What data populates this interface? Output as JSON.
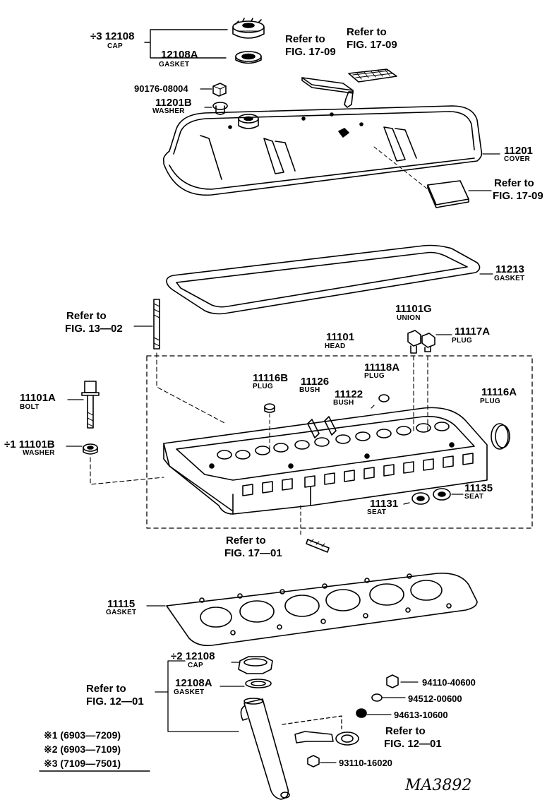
{
  "parts": {
    "cap_top": {
      "number": "÷3 12108",
      "name": "CAP"
    },
    "gasket_top": {
      "number": "12108A",
      "name": "GASKET"
    },
    "nut": {
      "number": "90176-08004"
    },
    "washer": {
      "number": "11201B",
      "name": "WASHER"
    },
    "cover": {
      "number": "11201",
      "name": "COVER"
    },
    "gasket_cover": {
      "number": "11213",
      "name": "GASKET"
    },
    "union": {
      "number": "11101G",
      "name": "UNION"
    },
    "plug_11117a": {
      "number": "11117A",
      "name": "PLUG"
    },
    "head": {
      "number": "11101",
      "name": "HEAD"
    },
    "bolt": {
      "number": "11101A",
      "name": "BOLT"
    },
    "washer_head": {
      "number": "÷1 11101B",
      "name": "WASHER"
    },
    "plug_11116b": {
      "number": "11116B",
      "name": "PLUG"
    },
    "bush_11126": {
      "number": "11126",
      "name": "BUSH"
    },
    "bush_11122": {
      "number": "11122",
      "name": "BUSH"
    },
    "plug_11118a": {
      "number": "11118A",
      "name": "PLUG"
    },
    "plug_11116a": {
      "number": "11116A",
      "name": "PLUG"
    },
    "seat_11135": {
      "number": "11135",
      "name": "SEAT"
    },
    "seat_11131": {
      "number": "11131",
      "name": "SEAT"
    },
    "head_gasket": {
      "number": "11115",
      "name": "GASKET"
    },
    "cap_bottom": {
      "number": "÷2 12108",
      "name": "CAP"
    },
    "gasket_bottom": {
      "number": "12108A",
      "name": "GASKET"
    },
    "nut_94110": {
      "number": "94110-40600"
    },
    "washer_94512": {
      "number": "94512-00600"
    },
    "nut_94613": {
      "number": "94613-10600"
    },
    "bolt_93110": {
      "number": "93110-16020"
    }
  },
  "references": {
    "fig_17_09_a": {
      "line1": "Refer to",
      "line2": "FIG. 17-09"
    },
    "fig_17_09_b": {
      "line1": "Refer to",
      "line2": "FIG. 17-09"
    },
    "fig_17_09_c": {
      "line1": "Refer to",
      "line2": "FIG. 17-09"
    },
    "fig_13_02": {
      "line1": "Refer to",
      "line2": "FIG. 13—02"
    },
    "fig_17_01": {
      "line1": "Refer to",
      "line2": "FIG. 17—01"
    },
    "fig_12_01_a": {
      "line1": "Refer to",
      "line2": "FIG. 12—01"
    },
    "fig_12_01_b": {
      "line1": "Refer to",
      "line2": "FIG. 12—01"
    }
  },
  "notes": [
    "※1 (6903—7209)",
    "※2 (6903—7109)",
    "※3 (7109—7501)"
  ],
  "drawing_code": "MA3892"
}
